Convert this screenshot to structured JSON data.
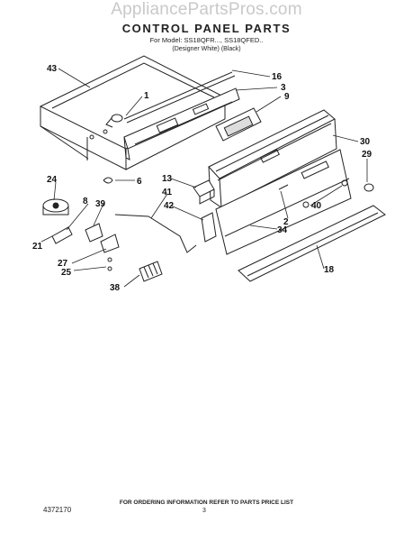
{
  "site": {
    "watermark": "AppliancePartsPros.com"
  },
  "header": {
    "title": "CONTROL PANEL PARTS",
    "model_line": "For Model: SS18QFR..., SS18QFED..",
    "finish_line": "(Designer White)          (Black)"
  },
  "callouts": [
    "43",
    "1",
    "16",
    "3",
    "9",
    "30",
    "29",
    "24",
    "6",
    "13",
    "41",
    "8",
    "39",
    "40",
    "2",
    "42",
    "34",
    "21",
    "27",
    "25",
    "38",
    "18"
  ],
  "footer": {
    "ordering_note": "FOR ORDERING INFORMATION REFER TO PARTS PRICE LIST",
    "page": "3",
    "doc_number": "4372170"
  }
}
